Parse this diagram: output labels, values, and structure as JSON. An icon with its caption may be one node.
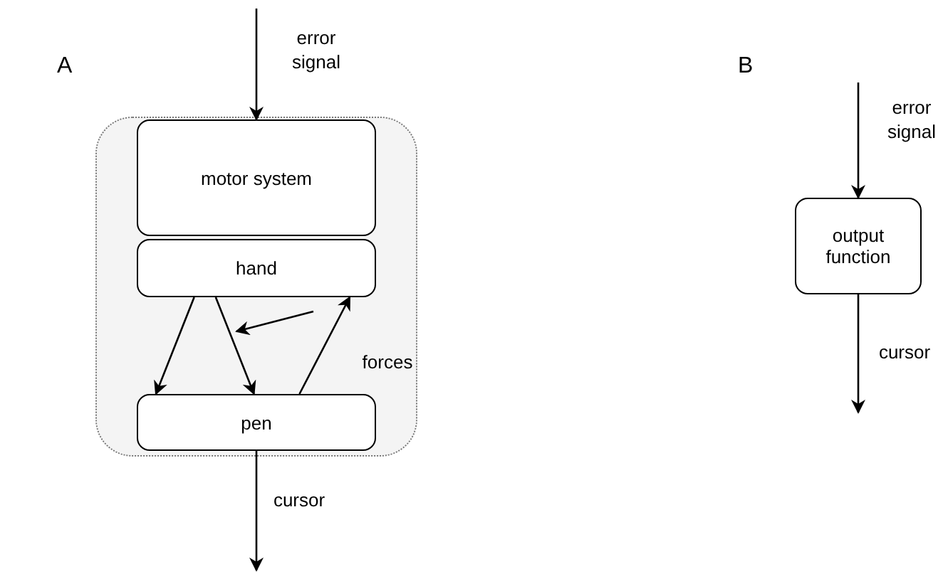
{
  "diagram": {
    "nodes": [
      {
        "text": [],
        "shape": "box"
      },
      {
        "text": [
          "motor system"
        ],
        "in": 0
      },
      {
        "text": [
          "hand"
        ],
        "in": 0
      },
      {
        "text": [
          "pen"
        ],
        "in": 0
      },
      {
        "text": [
          "output function"
        ]
      }
    ],
    "edges": [
      {
        "from": null,
        "to": 1,
        "arrow": "to",
        "label": "error signal"
      },
      {
        "from": 3,
        "to": null,
        "arrow": "to",
        "label": "cursor"
      },
      {
        "from": 2,
        "to": 3,
        "arrow": "to"
      },
      {
        "from": 2,
        "to": 3,
        "arrow": "to"
      },
      {
        "from": 3,
        "to": 2,
        "arrow": "to",
        "label": "forces"
      },
      {
        "from": null,
        "to": 4,
        "arrow": "to",
        "label": "error signal"
      },
      {
        "from": 4,
        "to": null,
        "arrow": "to",
        "label": "cursor"
      }
    ],
    "labels": [
      "A",
      "B"
    ]
  }
}
